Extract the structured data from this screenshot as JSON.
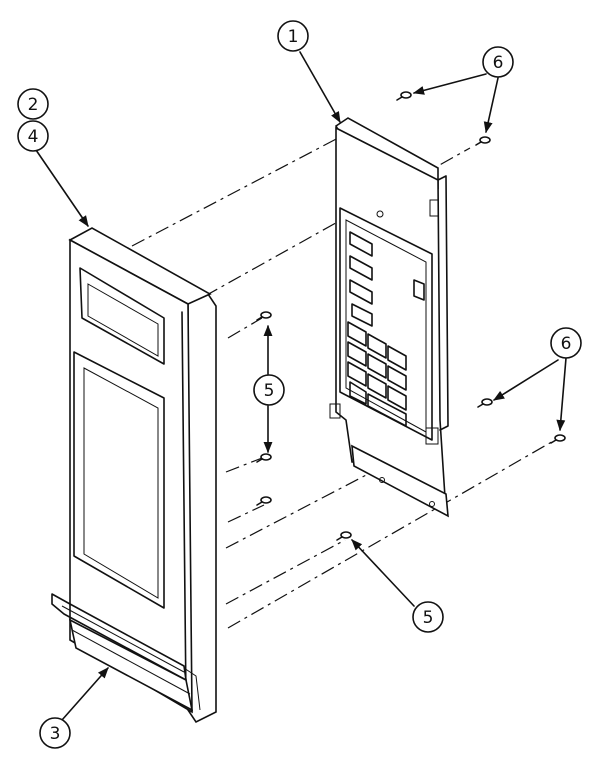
{
  "callouts": [
    {
      "id": "c1",
      "label": "1"
    },
    {
      "id": "c2",
      "label": "2"
    },
    {
      "id": "c4",
      "label": "4"
    },
    {
      "id": "c3",
      "label": "3"
    },
    {
      "id": "c5a",
      "label": "5"
    },
    {
      "id": "c5b",
      "label": "5"
    },
    {
      "id": "c6a",
      "label": "6"
    },
    {
      "id": "c6b",
      "label": "6"
    }
  ]
}
